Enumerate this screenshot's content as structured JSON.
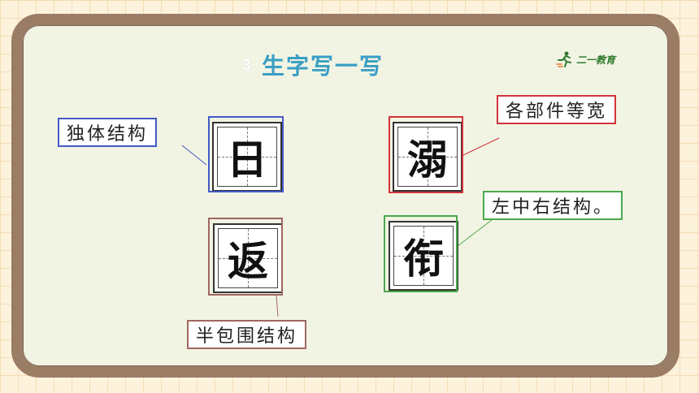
{
  "title": {
    "number": "3",
    "text": "生字写一写"
  },
  "logo": {
    "text": "二一教育"
  },
  "characters": [
    {
      "char": "日",
      "label": "独体结构",
      "color": "#4359c6"
    },
    {
      "char": "溺",
      "label": "各部件等宽",
      "color": "#d2343a"
    },
    {
      "char": "返",
      "label": "半包围结构",
      "color": "#a0665f"
    },
    {
      "char": "衔",
      "label": "左中右结构。",
      "color": "#4aa84c"
    }
  ]
}
